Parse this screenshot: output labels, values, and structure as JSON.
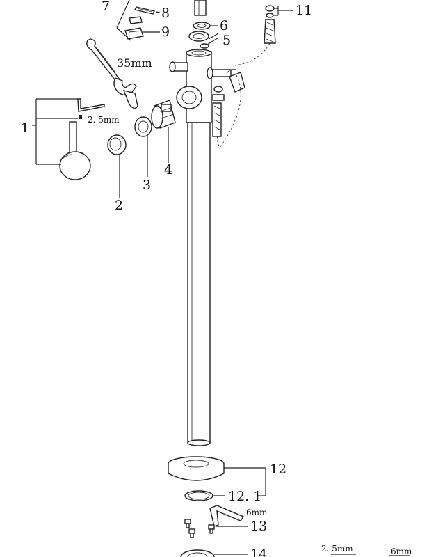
{
  "callouts": {
    "c1": "1",
    "c2": "2",
    "c3": "3",
    "c4": "4",
    "c5": "5",
    "c6": "6",
    "c7": "7",
    "c8": "8",
    "c9": "9",
    "c11": "11",
    "c12": "12",
    "c12_1": "12. 1",
    "c13": "13",
    "c14": "14"
  },
  "dimensions": {
    "wrench": "35mm",
    "hex_key_handle": "2. 5mm",
    "hex_key_base": "6mm",
    "hex_key_bottom_a": "2. 5mm",
    "hex_key_bottom_b": "6mm"
  }
}
